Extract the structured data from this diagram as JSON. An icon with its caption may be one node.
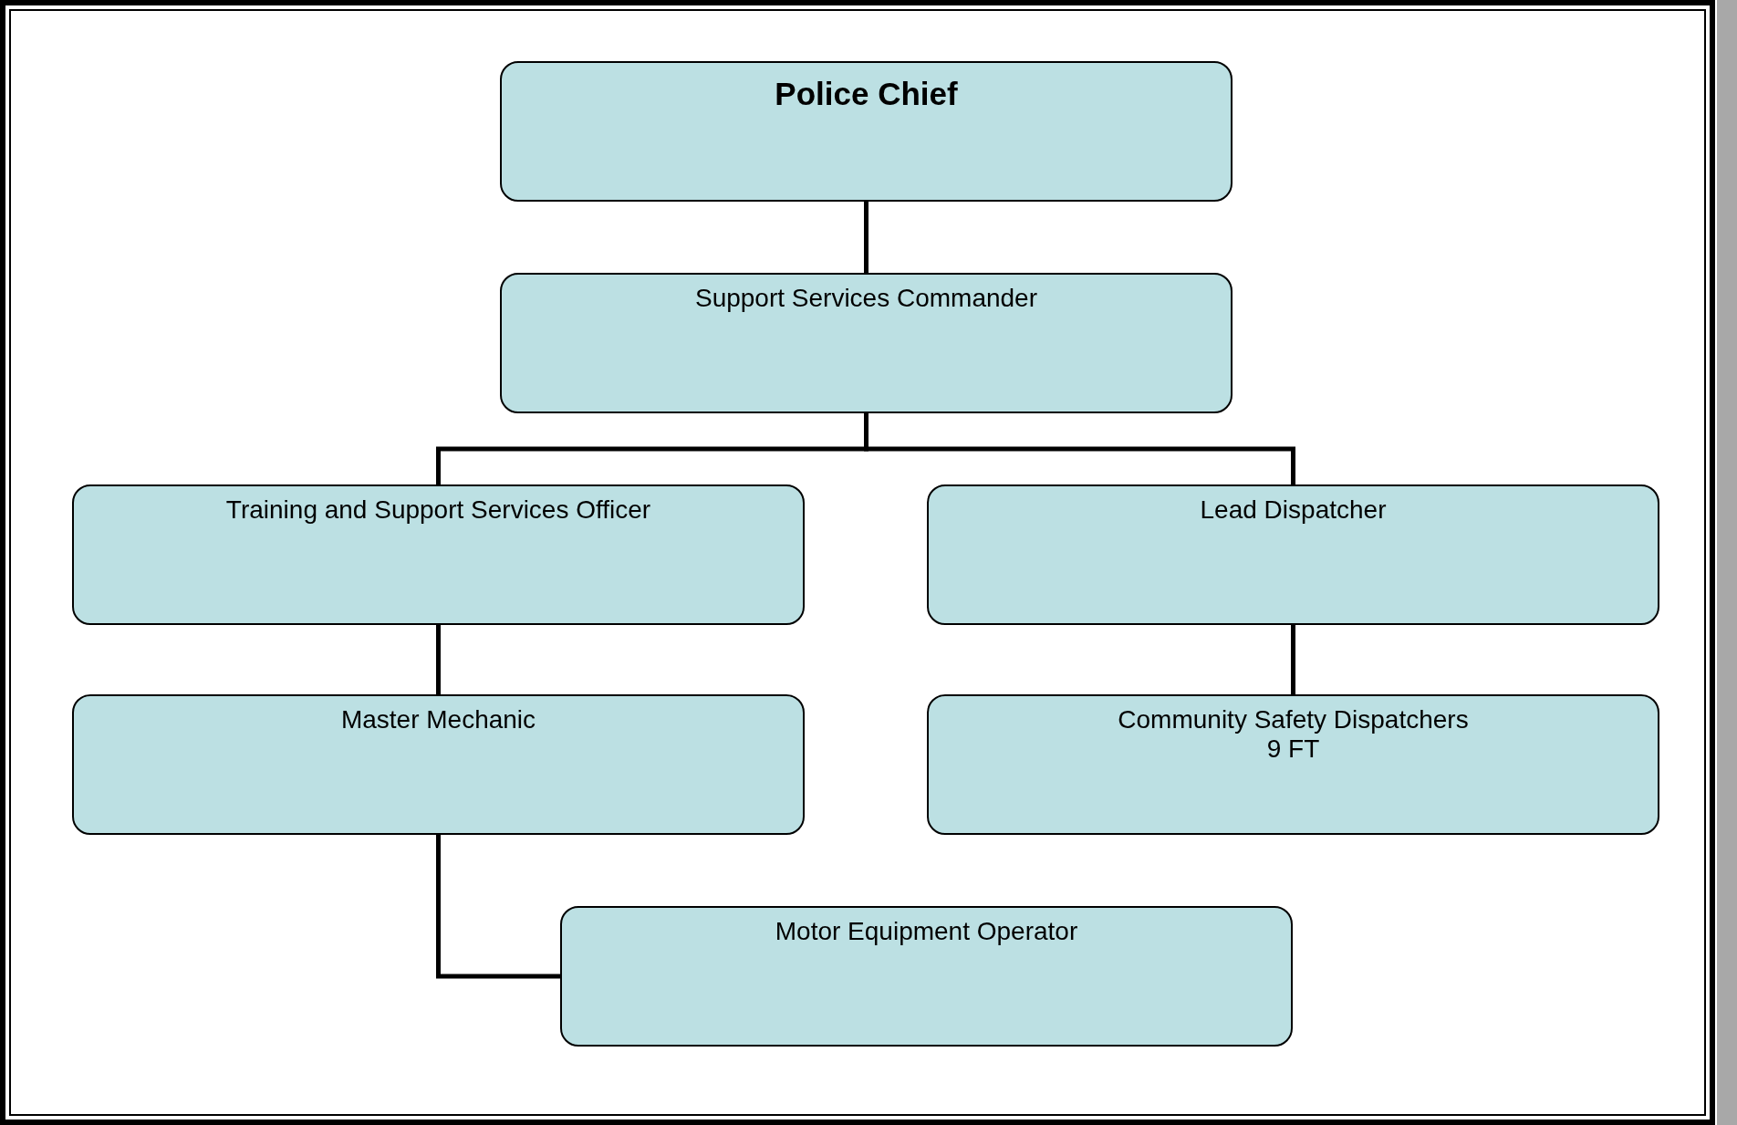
{
  "diagram": {
    "nodes": [
      {
        "text": [
          "Police Chief"
        ]
      },
      {
        "text": [
          "Support Services Commander"
        ]
      },
      {
        "text": [
          "Training and Support Services Officer"
        ]
      },
      {
        "text": [
          "Lead Dispatcher"
        ]
      },
      {
        "text": [
          "Master Mechanic"
        ]
      },
      {
        "text": [
          "Community Safety Dispatchers",
          "9 FT"
        ]
      },
      {
        "text": [
          "Motor Equipment Operator"
        ]
      }
    ],
    "edges": [
      {
        "from": 0,
        "to": 1,
        "arrow": "none"
      },
      {
        "from": 1,
        "to": 2,
        "arrow": "none"
      },
      {
        "from": 1,
        "to": 3,
        "arrow": "none"
      },
      {
        "from": 2,
        "to": 4,
        "arrow": "none"
      },
      {
        "from": 3,
        "to": 5,
        "arrow": "none"
      },
      {
        "from": 4,
        "to": 6,
        "arrow": "none"
      }
    ]
  }
}
